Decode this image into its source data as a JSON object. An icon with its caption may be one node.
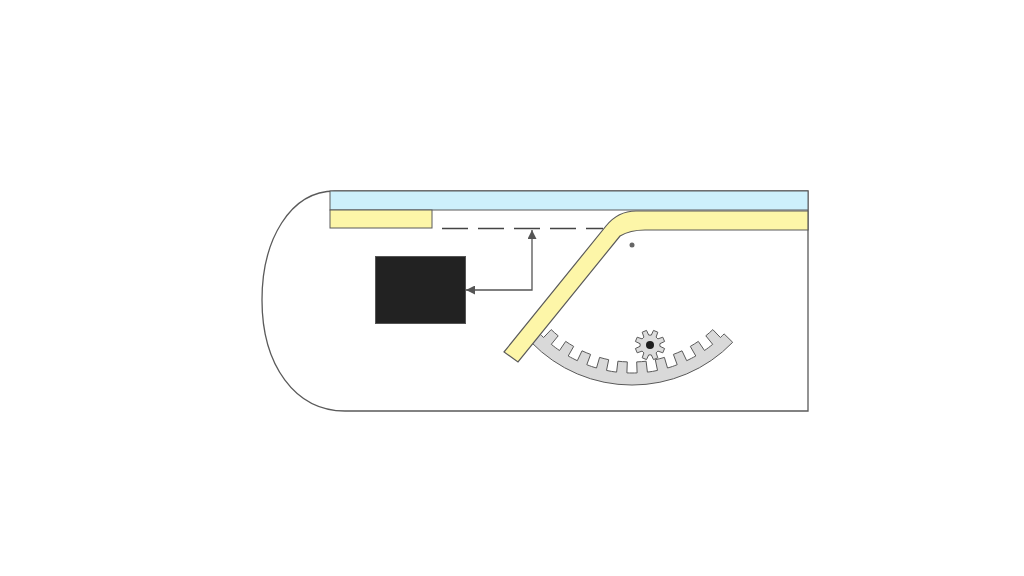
{
  "diagram": {
    "nodes": [
      {
        "text": [],
        "shape": "box"
      },
      {
        "text": [],
        "shape": "line"
      }
    ],
    "edges": [
      {
        "from": 0,
        "to": 1,
        "arrow": "both"
      }
    ]
  }
}
